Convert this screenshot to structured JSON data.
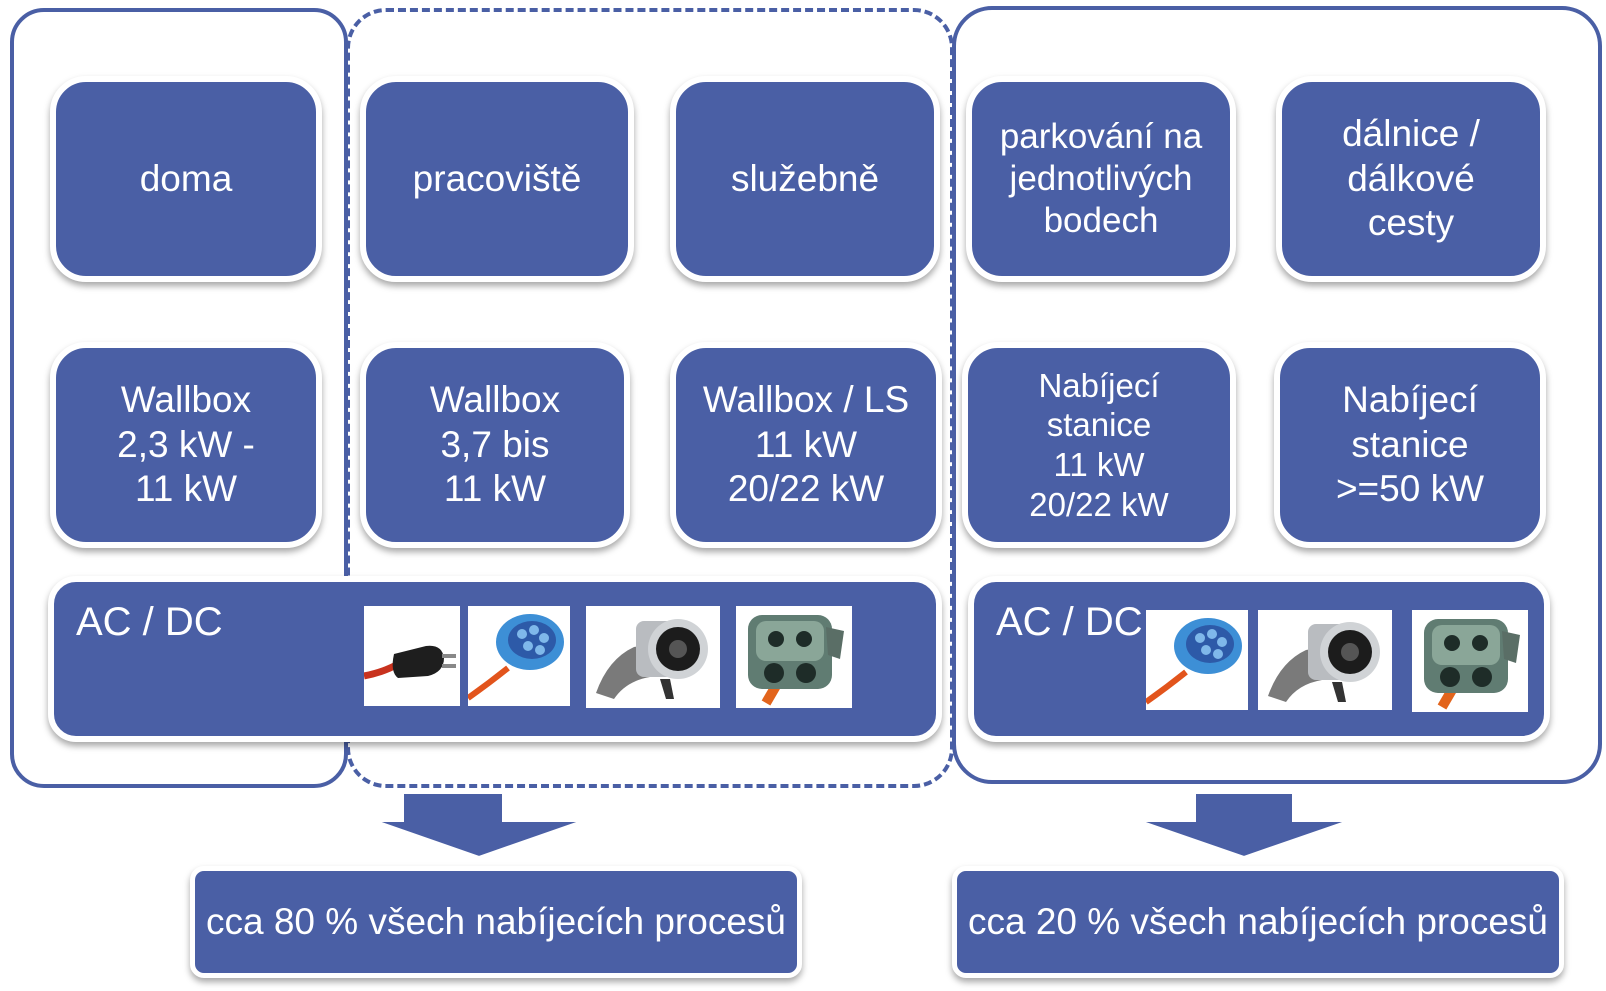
{
  "locations": {
    "home": "doma",
    "workplace": "pracoviště",
    "business": "služebně",
    "parking": "parkování na\njednotlivých\nbodech",
    "highway": "dálnice /\ndálkové\ncesty"
  },
  "chargers": {
    "home": "Wallbox\n2,3 kW -\n11 kW",
    "workplace": "Wallbox\n3,7 bis\n11 kW",
    "business": "Wallbox / LS\n11 kW\n20/22 kW",
    "parking": "Nabíjecí\nstanice\n11 kW\n20/22 kW",
    "highway": "Nabíjecí\nstanice\n>=50 kW"
  },
  "current_types": {
    "left": "AC / DC",
    "right": "AC / DC"
  },
  "results": {
    "left": "cca 80 % všech nabíjecích procesů",
    "right": "cca 20 % všech nabíjecích procesů"
  },
  "colors": {
    "box_fill": "#4a5fa5",
    "frame_stroke": "#4a5fa5",
    "text": "#ffffff"
  },
  "plug_icons": {
    "left": [
      "schuko-plug-icon",
      "type2-plug-icon",
      "chademo-plug-icon",
      "ccs-plug-icon"
    ],
    "right": [
      "type2-plug-icon",
      "chademo-plug-icon",
      "ccs-plug-icon"
    ]
  }
}
